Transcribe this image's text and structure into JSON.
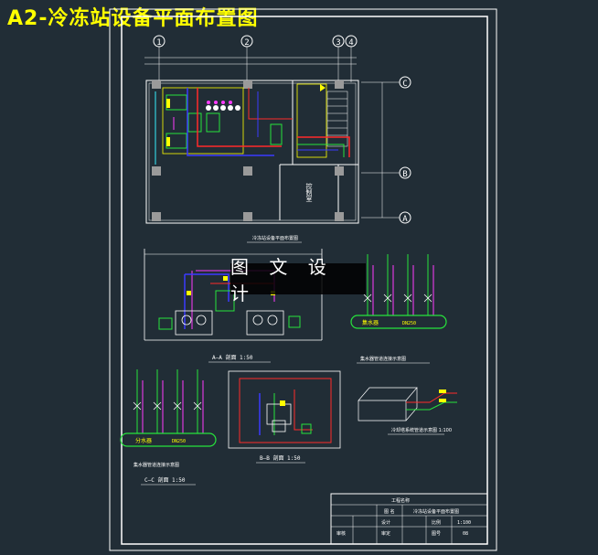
{
  "title": "A2-冷冻站设备平面布置图",
  "watermark": "图 文 设 计",
  "axes": {
    "columns": [
      "1",
      "2",
      "3",
      "4"
    ],
    "rows": [
      "C",
      "B",
      "A"
    ]
  },
  "views": {
    "plan_caption": "冷冻站设备平面布置图",
    "section_aa": "A—A  剖面  1:50",
    "section_bb": "B—B  剖面  1:50",
    "section_cc": "C—C  剖面  1:50",
    "riser_caption": "集水器管道连接示意图",
    "iso_caption": "冷却塔系统管道示意图  1:100",
    "collector_label": "集水器",
    "distributor_label": "分水器",
    "spec_tag": "DN250",
    "room_label": "控制室"
  },
  "title_block": {
    "company": "工程名称",
    "drawing_label": "图 名",
    "drawing_name": "冷冻站设备平面布置图",
    "r1": [
      "设计",
      "",
      "比例",
      "1:100"
    ],
    "r2": [
      "审核",
      "",
      "审定",
      "图号",
      "08"
    ]
  },
  "colors": {
    "background": "#212d36",
    "frame": "#ffffff",
    "pipe_red": "#ff2a2a",
    "pipe_blue": "#3b3bff",
    "pipe_green": "#27e43c",
    "pipe_magenta": "#ff3bff",
    "cyan": "#36f0ff",
    "yellow": "#ffff00"
  }
}
